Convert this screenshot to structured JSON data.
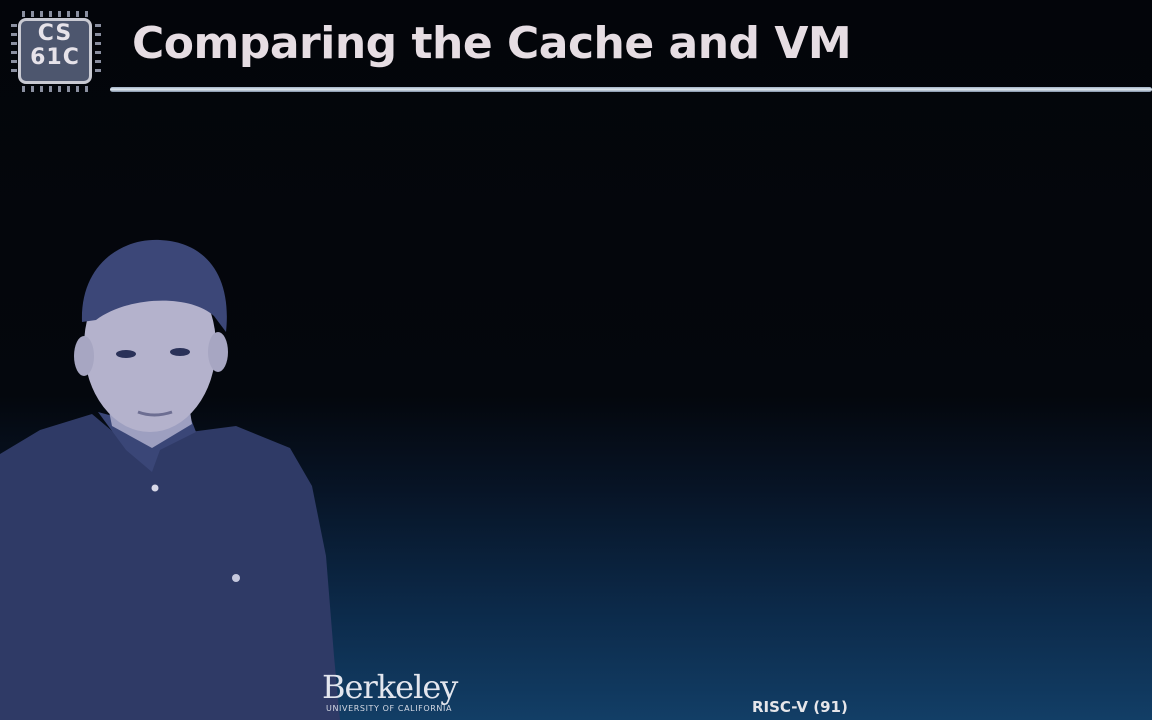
{
  "logo": {
    "line1": "CS",
    "line2": "61C"
  },
  "title": "Comparing the Cache and VM",
  "footer": {
    "institution": "Berkeley",
    "institution_sub": "UNIVERSITY OF CALIFORNIA",
    "slide_label": "RISC-V (91)"
  },
  "colors": {
    "title_text": "#e6dde3",
    "title_rule": "#dfe8f0",
    "background_top": "#03050a",
    "background_bottom": "#123e66"
  }
}
